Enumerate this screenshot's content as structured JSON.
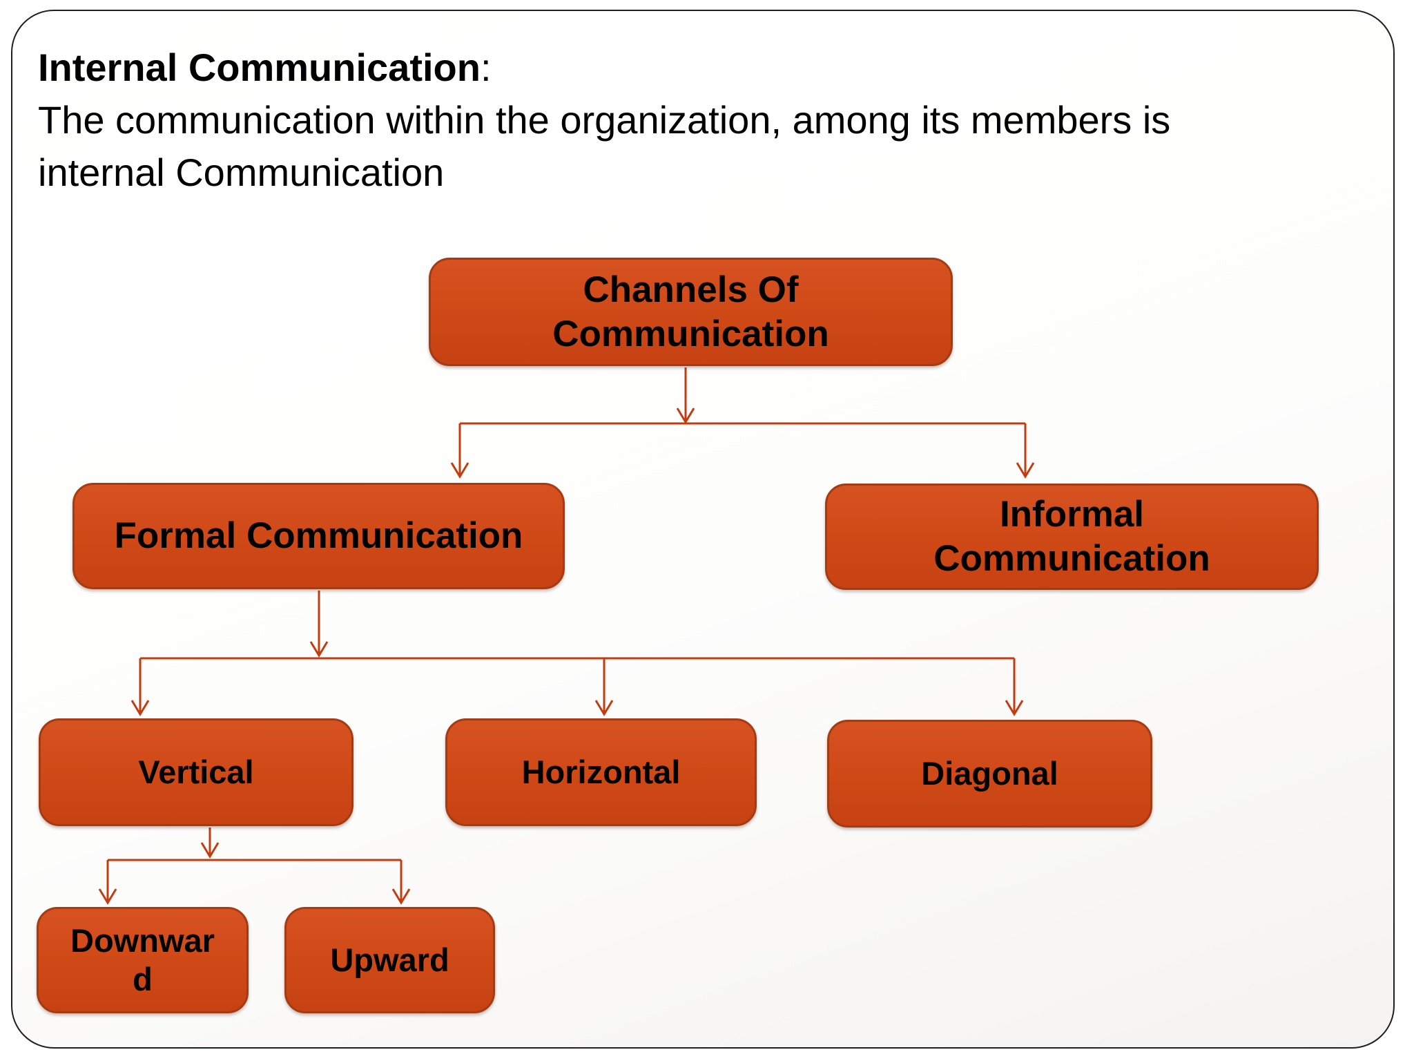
{
  "title": {
    "bold": "Internal Communication",
    "colon": ":",
    "body_lines": [
      "The communication within the organization, among its members is",
      "internal Communication"
    ]
  },
  "colors": {
    "box_fill": "#CF4917",
    "box_border": "#A43B12",
    "connector": "#C23C10",
    "text": "#000000",
    "frame_border": "#1F1F1F",
    "background": "#FFFFFF"
  },
  "diagram": {
    "nodes": [
      {
        "id": "channels",
        "label": "Channels Of Communication",
        "lines": [
          "Channels Of",
          "Communication"
        ]
      },
      {
        "id": "formal",
        "label": "Formal Communication",
        "lines": [
          "Formal Communication"
        ]
      },
      {
        "id": "informal",
        "label": "Informal Communication",
        "lines": [
          "Informal",
          "Communication"
        ]
      },
      {
        "id": "vertical",
        "label": "Vertical",
        "lines": [
          "Vertical"
        ]
      },
      {
        "id": "horizontal",
        "label": "Horizontal",
        "lines": [
          "Horizontal"
        ]
      },
      {
        "id": "diagonal",
        "label": "Diagonal",
        "lines": [
          "Diagonal"
        ]
      },
      {
        "id": "downward",
        "label": "Downward",
        "lines": [
          "Downwar",
          "d"
        ]
      },
      {
        "id": "upward",
        "label": "Upward",
        "lines": [
          "Upward"
        ]
      }
    ],
    "edges": [
      {
        "from": "channels",
        "to": "formal"
      },
      {
        "from": "channels",
        "to": "informal"
      },
      {
        "from": "formal",
        "to": "vertical"
      },
      {
        "from": "formal",
        "to": "horizontal"
      },
      {
        "from": "formal",
        "to": "diagonal"
      },
      {
        "from": "vertical",
        "to": "downward"
      },
      {
        "from": "vertical",
        "to": "upward"
      }
    ]
  }
}
